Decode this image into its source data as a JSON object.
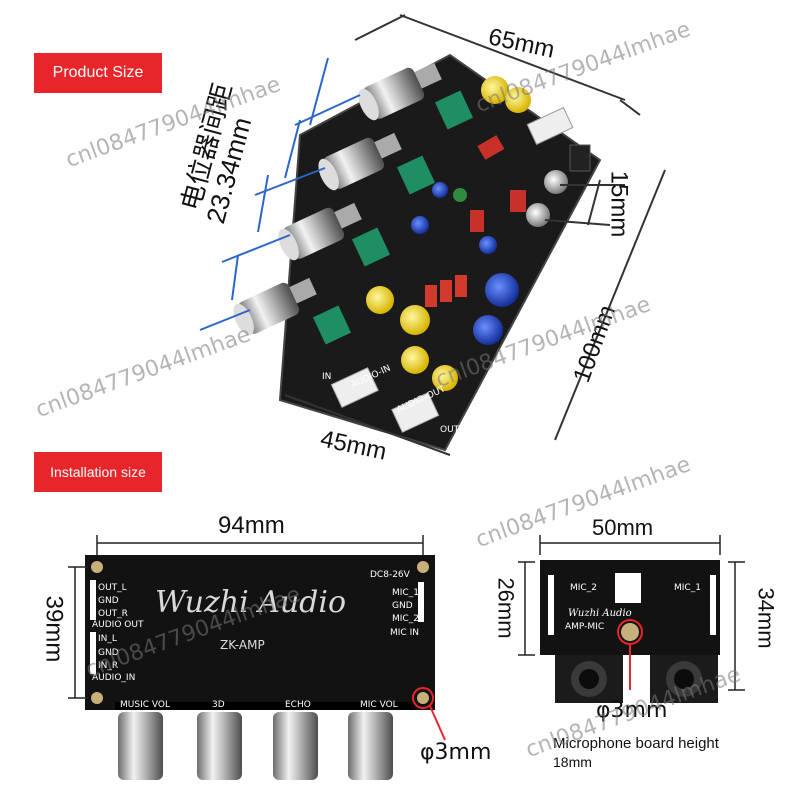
{
  "labels": {
    "product_size": "Product Size",
    "installation_size": "Installation size"
  },
  "top_board": {
    "width": "65mm",
    "length": "100mm",
    "bottom": "45mm",
    "height": "15mm",
    "pot_spacing_cn": "电位器间距",
    "pot_spacing": "23.34mm",
    "silk": {
      "in": "IN",
      "audio_in": "AUDIO-IN",
      "audio_out": "AUDIO-OUT",
      "out": "OUT"
    }
  },
  "main_board": {
    "width": "94mm",
    "height": "39mm",
    "hole": "φ3mm",
    "brand": "Wuzhi Audio",
    "model": "ZK-AMP",
    "power": "DC8-26V",
    "audio_out_pins": [
      "OUT_L",
      "GND",
      "OUT_R"
    ],
    "audio_out_label": "AUDIO OUT",
    "audio_in_pins": [
      "IN_L",
      "GND",
      "IN_R"
    ],
    "audio_in_label": "AUDIO_IN",
    "mic_in_pins": [
      "MIC_1",
      "GND",
      "MIC_2"
    ],
    "mic_in_label": "MIC IN",
    "knob_labels": [
      "MUSIC VOL",
      "3D",
      "ECHO",
      "MIC VOL"
    ]
  },
  "mic_board": {
    "width": "50mm",
    "height_left": "26mm",
    "height_right": "34mm",
    "hole": "φ3mm",
    "caption_line1": "Microphone board height",
    "caption_line2": "18mm",
    "mic2": "MIC_2",
    "mic1": "MIC_1",
    "brand": "Wuzhi Audio",
    "model": "AMP-MIC"
  },
  "watermark": "cnl084779044lmhae"
}
